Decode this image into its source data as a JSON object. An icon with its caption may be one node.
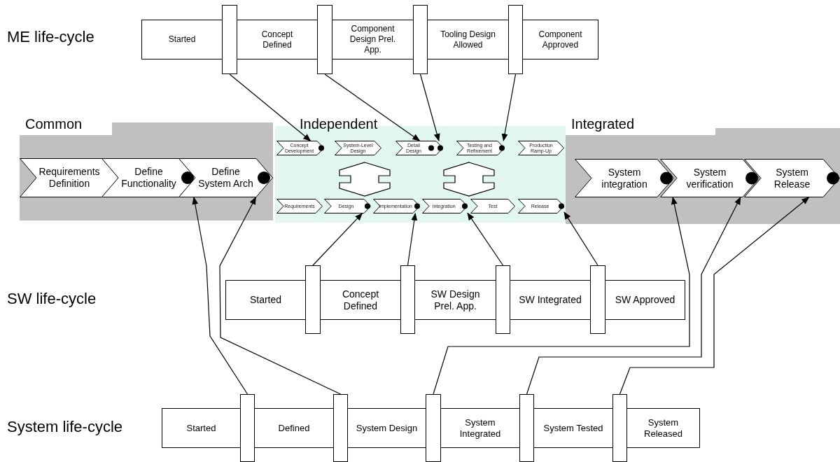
{
  "diagram": {
    "nodes": [
      {
        "text": [
          "Started"
        ]
      },
      {
        "text": [],
        "shape": "bar"
      },
      {
        "text": [
          "Concept Defined"
        ]
      },
      {
        "text": [],
        "shape": "bar"
      },
      {
        "text": [
          "Component Design Prel. App."
        ]
      },
      {
        "text": [],
        "shape": "bar"
      },
      {
        "text": [
          "Tooling Design Allowed"
        ]
      },
      {
        "text": [],
        "shape": "bar"
      },
      {
        "text": [
          "Component Approved"
        ]
      },
      {
        "text": [
          "Common"
        ]
      },
      {
        "text": [
          "Independent"
        ]
      },
      {
        "text": [
          "Integrated"
        ]
      },
      {
        "text": [
          "Requirements Definition"
        ],
        "in": 9
      },
      {
        "text": [
          "Define Functionality"
        ],
        "in": 9
      },
      {
        "text": [
          "Define System Arch"
        ],
        "in": 9
      },
      {
        "text": [
          "Concept Development"
        ],
        "in": 10
      },
      {
        "text": [
          "System-Level Design"
        ],
        "in": 10
      },
      {
        "text": [
          "Detail Design"
        ],
        "in": 10
      },
      {
        "text": [
          "Testing and Refinement"
        ],
        "in": 10
      },
      {
        "text": [
          "Production Ramp-Up"
        ],
        "in": 10
      },
      {
        "text": [
          "Requirements"
        ],
        "in": 10
      },
      {
        "text": [
          "Design"
        ],
        "in": 10
      },
      {
        "text": [
          "Implementation"
        ],
        "in": 10
      },
      {
        "text": [
          "Integration"
        ],
        "in": 10
      },
      {
        "text": [
          "Test"
        ],
        "in": 10
      },
      {
        "text": [
          "Release"
        ],
        "in": 10
      },
      {
        "text": [
          "System integration"
        ],
        "in": 11
      },
      {
        "text": [
          "System verification"
        ],
        "in": 11
      },
      {
        "text": [
          "System Release"
        ],
        "in": 11
      },
      {
        "text": [
          "Started"
        ]
      },
      {
        "text": [],
        "shape": "bar"
      },
      {
        "text": [
          "Concept Defined"
        ]
      },
      {
        "text": [],
        "shape": "bar"
      },
      {
        "text": [
          "SW Design Prel. App."
        ]
      },
      {
        "text": [],
        "shape": "bar"
      },
      {
        "text": [
          "SW Integrated"
        ]
      },
      {
        "text": [],
        "shape": "bar"
      },
      {
        "text": [
          "SW Approved"
        ]
      },
      {
        "text": [
          "Started"
        ]
      },
      {
        "text": [],
        "shape": "bar"
      },
      {
        "text": [
          "Defined"
        ]
      },
      {
        "text": [],
        "shape": "bar"
      },
      {
        "text": [
          "System Design"
        ]
      },
      {
        "text": [],
        "shape": "bar"
      },
      {
        "text": [
          "System Integrated"
        ]
      },
      {
        "text": [],
        "shape": "bar"
      },
      {
        "text": [
          "System Tested"
        ]
      },
      {
        "text": [],
        "shape": "bar"
      },
      {
        "text": [
          "System Released"
        ]
      }
    ],
    "edges": [
      {
        "from": 1,
        "to": 15,
        "arrow": "to"
      },
      {
        "from": 3,
        "to": 17,
        "arrow": "to"
      },
      {
        "from": 5,
        "to": 17,
        "arrow": "to"
      },
      {
        "from": 7,
        "to": 18,
        "arrow": "to"
      },
      {
        "from": 16,
        "to": 21,
        "arrow": "both",
        "style": "thick"
      },
      {
        "from": 18,
        "to": 24,
        "arrow": "both",
        "style": "thick"
      },
      {
        "from": 39,
        "to": 13,
        "arrow": "to"
      },
      {
        "from": 41,
        "to": 14,
        "arrow": "to"
      },
      {
        "from": 43,
        "to": 26,
        "arrow": "to"
      },
      {
        "from": 45,
        "to": 27,
        "arrow": "to"
      },
      {
        "from": 47,
        "to": 28,
        "arrow": "to"
      },
      {
        "from": 30,
        "to": 21,
        "arrow": "to"
      },
      {
        "from": 32,
        "to": 22,
        "arrow": "to"
      },
      {
        "from": 34,
        "to": 23,
        "arrow": "to"
      },
      {
        "from": 36,
        "to": 25,
        "arrow": "to"
      }
    ],
    "labels": [
      "ME life-cycle",
      "SW life-cycle",
      "System life-cycle"
    ]
  }
}
